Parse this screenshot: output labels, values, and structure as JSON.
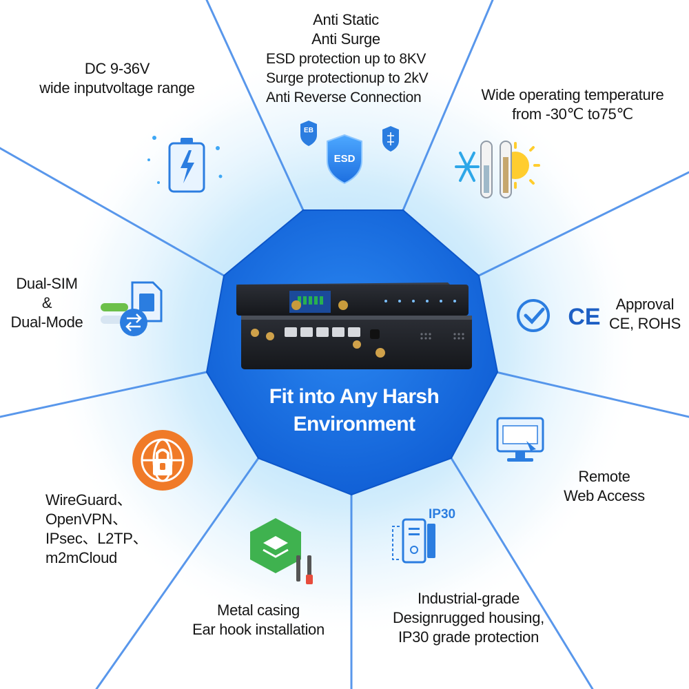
{
  "center": {
    "line1": "Fit into Any Harsh",
    "line2": "Environment"
  },
  "features": {
    "protection": {
      "line1": "Anti Static",
      "line2": "Anti Surge",
      "line3": "ESD protection up to 8KV",
      "line4": "Surge protectionup to 2kV",
      "line5": "Anti Reverse Connection"
    },
    "voltage": {
      "line1": "DC 9-36V",
      "line2": "wide inputvoltage range"
    },
    "temperature": {
      "line1": "Wide operating temperature",
      "line2": "from -30℃ to75℃"
    },
    "sim": {
      "line1": "Dual-SIM",
      "line2": "&",
      "line3": "Dual-Mode"
    },
    "approval": {
      "line1": "Approval",
      "line2": "CE, ROHS"
    },
    "vpn": {
      "line1": "WireGuard、",
      "line2": "OpenVPN、",
      "line3": "IPsec、L2TP、",
      "line4": "m2mCloud"
    },
    "remote": {
      "line1": "Remote",
      "line2": "Web Access"
    },
    "casing": {
      "line1": "Metal casing",
      "line2": "Ear hook installation"
    },
    "housing": {
      "line1": "Industrial-grade",
      "line2": "Designrugged housing,",
      "line3": "IP30 grade protection"
    }
  },
  "icon_text": {
    "esd_badge": "ESD",
    "eb_badge": "EB",
    "ce_mark": "CE",
    "ip_badge": "IP30"
  },
  "colors": {
    "octagon": "#1a73e8",
    "glow": "#bfe3fb",
    "spoke": "#2f7be6",
    "accent_orange": "#f07a28",
    "accent_green": "#4bb84b",
    "accent_blue": "#2b7de0"
  }
}
